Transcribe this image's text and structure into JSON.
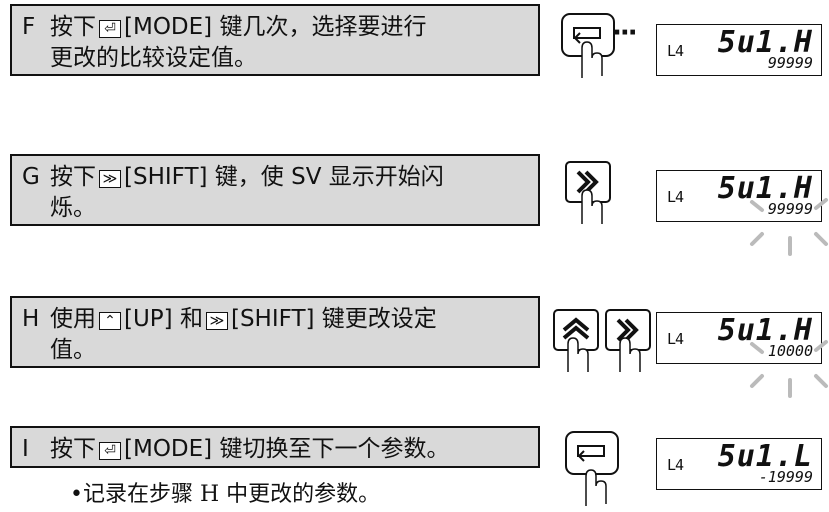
{
  "steps": [
    {
      "letter": "F",
      "line1_pre": "按下",
      "key_icon": "mode-key-icon",
      "line1_post": "[MODE] 键几次，选择要进行",
      "line2": "更改的比较设定值。",
      "display": {
        "label": "L4",
        "main": "5u1.H",
        "sub": "99999"
      }
    },
    {
      "letter": "G",
      "line1_pre": "按下",
      "key_icon": "shift-key-icon",
      "line1_post": "[SHIFT] 键，使 SV 显示开始闪",
      "line2": "烁。",
      "display": {
        "label": "L4",
        "main": "5u1.H",
        "sub": "99999"
      }
    },
    {
      "letter": "H",
      "line1_pre": "使用",
      "key_icon": "up-key-icon",
      "line1_mid": "[UP] 和",
      "key2_icon": "shift-key-icon",
      "line1_post": "[SHIFT] 键更改设定",
      "line2": "值。",
      "display": {
        "label": "L4",
        "main": "5u1.H",
        "sub": "10000"
      }
    },
    {
      "letter": "I",
      "line1_pre": "按下",
      "key_icon": "mode-key-icon",
      "line1_post": "[MODE] 键切换至下一个参数。",
      "display": {
        "label": "L4",
        "main": "5u1.L",
        "sub": "-19999"
      }
    }
  ],
  "note": "•记录在步骤 H 中更改的参数。",
  "ellipsis": "···",
  "key_glyphs": {
    "mode": "⏎",
    "shift": "≫",
    "up": "⌃"
  }
}
